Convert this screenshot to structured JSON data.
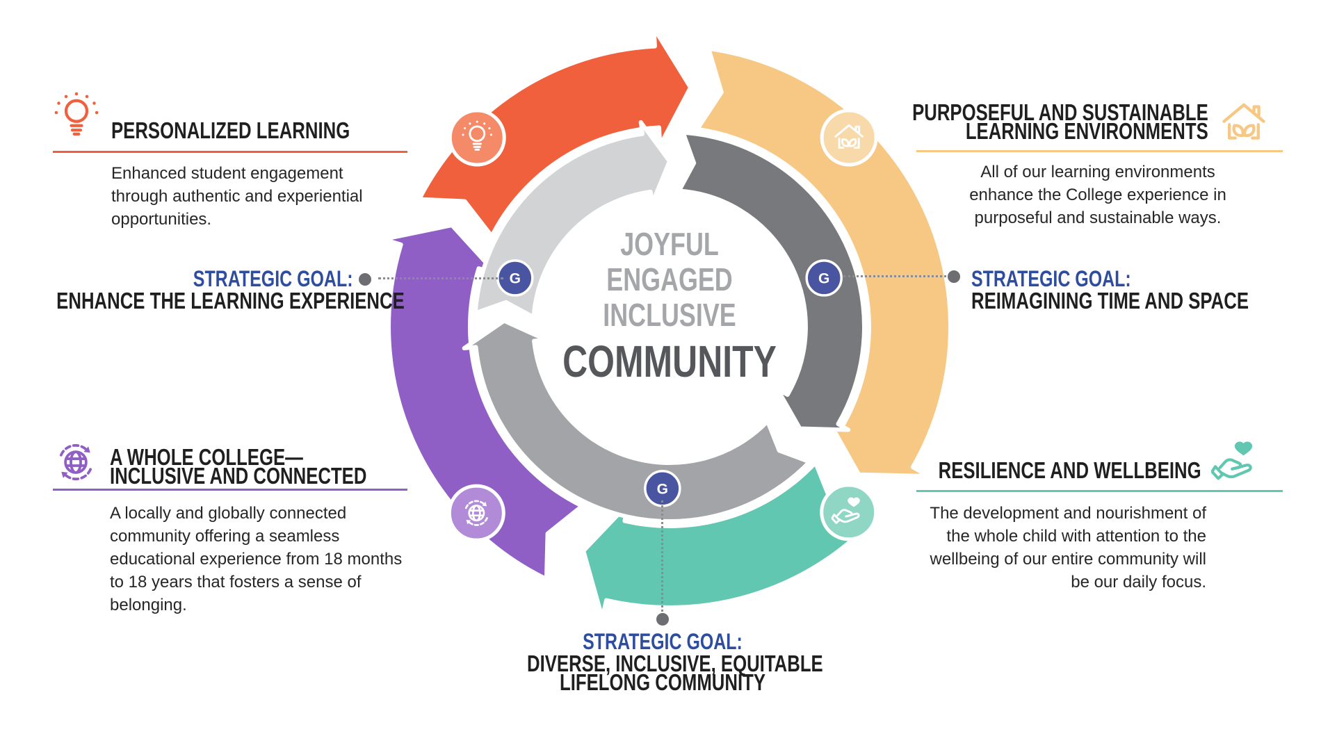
{
  "colors": {
    "orange": "#F0603C",
    "yellow": "#F6C884",
    "teal": "#62C7B0",
    "purple": "#8F5FC5",
    "badge_orange": "#F58A68",
    "badge_yellow": "#F8D9A9",
    "badge_purple": "#B18AD8",
    "badge_teal": "#8FD6C5",
    "gray_light": "#D2D3D5",
    "gray_dark": "#77797D",
    "gray_medium": "#A2A4A7",
    "goal_blue": "#2E4D9E",
    "g_badge": "#4A55A2",
    "dot_gray": "#6D6E71",
    "leader_gray": "#8C8C8E",
    "heading_dark": "#1F1F1F",
    "center_gray": "#A4A6A9",
    "center_dark": "#55575A"
  },
  "center": {
    "lines": [
      "JOYFUL",
      "ENGAGED",
      "INCLUSIVE"
    ],
    "emphasis": "COMMUNITY"
  },
  "sections": {
    "top_left": {
      "icon": "lightbulb-icon",
      "title_lines": [
        "PERSONALIZED LEARNING"
      ],
      "body_lines": [
        "Enhanced student engagement",
        "through authentic and experiential",
        "opportunities."
      ]
    },
    "top_right": {
      "icon": "sustainable-home-icon",
      "title_lines": [
        "PURPOSEFUL AND SUSTAINABLE",
        "LEARNING ENVIRONMENTS"
      ],
      "body_lines": [
        "All of our learning environments",
        "enhance the College experience in",
        "purposeful and sustainable ways."
      ]
    },
    "bottom_left": {
      "icon": "global-community-icon",
      "title_lines": [
        "A WHOLE COLLEGE—",
        "INCLUSIVE AND CONNECTED"
      ],
      "body_lines": [
        "A locally and globally connected",
        "community offering a seamless",
        "educational experience from 18 months",
        "to 18 years that fosters a sense of",
        "belonging."
      ]
    },
    "bottom_right": {
      "icon": "hand-heart-icon",
      "title_lines": [
        "RESILIENCE AND WELLBEING"
      ],
      "body_lines": [
        "The development and nourishment of",
        "the whole child with attention to the",
        "wellbeing of our entire community will",
        "be our daily focus."
      ]
    }
  },
  "goals": {
    "left": {
      "label": "STRATEGIC GOAL:",
      "lines": [
        "ENHANCE THE LEARNING EXPERIENCE"
      ]
    },
    "right": {
      "label": "STRATEGIC GOAL:",
      "lines": [
        "REIMAGINING TIME AND SPACE"
      ]
    },
    "bottom": {
      "label": "STRATEGIC GOAL:",
      "lines": [
        "DIVERSE, INCLUSIVE, EQUITABLE",
        "LIFELONG COMMUNITY"
      ]
    }
  },
  "g_badge_label": "G"
}
